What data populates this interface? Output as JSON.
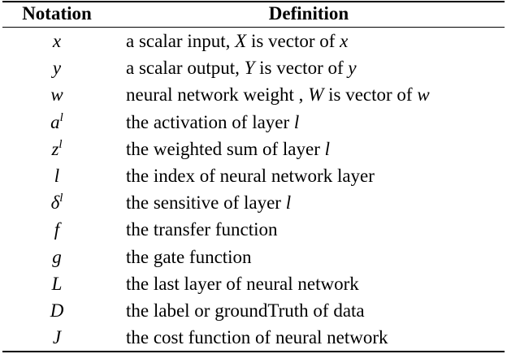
{
  "header": {
    "col_notation": "Notation",
    "col_definition": "Definition"
  },
  "rows": [
    {
      "symbol": "x",
      "sup": "",
      "def": [
        "a scalar input, ",
        "X",
        " is vector of ",
        "x",
        ""
      ]
    },
    {
      "symbol": "y",
      "sup": "",
      "def": [
        "a scalar output, ",
        "Y",
        " is vector of ",
        "y",
        ""
      ]
    },
    {
      "symbol": "w",
      "sup": "",
      "def": [
        "neural network weight , ",
        "W",
        " is vector of ",
        "w",
        ""
      ]
    },
    {
      "symbol": "a",
      "sup": "l",
      "def": [
        "the activation of layer ",
        "l",
        "",
        "",
        ""
      ]
    },
    {
      "symbol": "z",
      "sup": "l",
      "def": [
        "the weighted sum of layer ",
        "l",
        "",
        "",
        ""
      ]
    },
    {
      "symbol": "l",
      "sup": "",
      "def": [
        "the index of neural network layer",
        "",
        "",
        "",
        ""
      ]
    },
    {
      "symbol": "δ",
      "sup": "l",
      "def": [
        "the sensitive of layer ",
        "l",
        "",
        "",
        ""
      ]
    },
    {
      "symbol": "f",
      "sup": "",
      "def": [
        "the transfer function",
        "",
        "",
        "",
        ""
      ]
    },
    {
      "symbol": "g",
      "sup": "",
      "def": [
        "the gate function",
        "",
        "",
        "",
        ""
      ]
    },
    {
      "symbol": "L",
      "sup": "",
      "def": [
        "the last layer of neural network",
        "",
        "",
        "",
        ""
      ]
    },
    {
      "symbol": "D",
      "sup": "",
      "def": [
        "the label or groundTruth of data",
        "",
        "",
        "",
        ""
      ]
    },
    {
      "symbol": "J",
      "sup": "",
      "def": [
        "the cost function of neural network",
        "",
        "",
        "",
        ""
      ]
    }
  ]
}
